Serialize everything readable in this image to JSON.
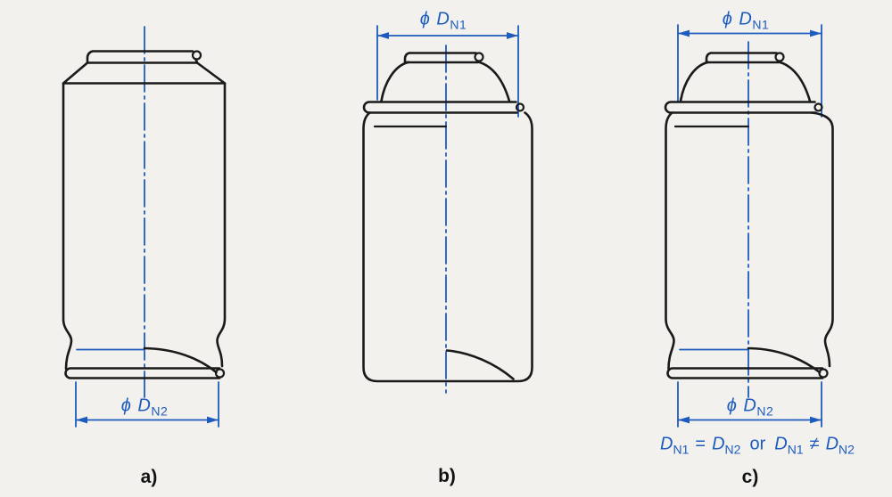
{
  "figure": {
    "description": "Technical drawing of three aerosol can body profiles with diameter dimensions",
    "background_color": "#f2f1ee",
    "linework_color": "#1a1a1a",
    "dimension_color": "#1d5cbe"
  },
  "panels": {
    "a": {
      "label": "a)",
      "dim_bottom": {
        "prefix": "ϕ",
        "symbol": "D",
        "subscript": "N2"
      }
    },
    "b": {
      "label": "b)",
      "dim_top": {
        "prefix": "ϕ",
        "symbol": "D",
        "subscript": "N1"
      }
    },
    "c": {
      "label": "c)",
      "dim_top": {
        "prefix": "ϕ",
        "symbol": "D",
        "subscript": "N1"
      },
      "dim_bottom": {
        "prefix": "ϕ",
        "symbol": "D",
        "subscript": "N2"
      },
      "equation": {
        "d1": "D",
        "s1": "N1",
        "op1": "=",
        "d2": "D",
        "s2": "N2",
        "conjunction": "or",
        "d3": "D",
        "s3": "N1",
        "op2": "≠",
        "d4": "D",
        "s4": "N2"
      }
    }
  }
}
